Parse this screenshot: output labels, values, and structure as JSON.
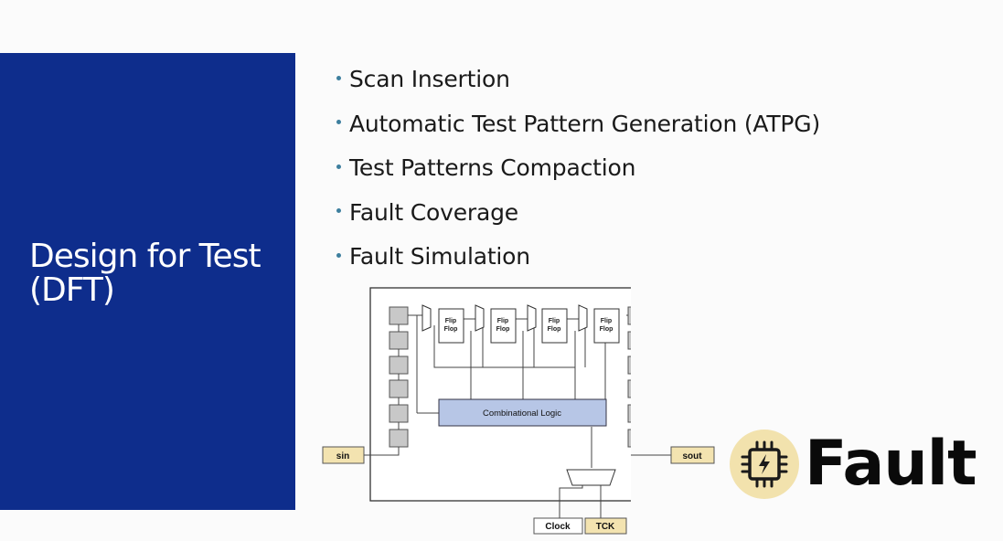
{
  "slide": {
    "title_line1": "Design for Test",
    "title_line2": "(DFT)",
    "panel_color": "#0e2d8c"
  },
  "bullets": [
    "Scan Insertion",
    "Automatic Test Pattern Generation (ATPG)",
    "Test Patterns Compaction",
    "Fault Coverage",
    "Fault Simulation"
  ],
  "diagram": {
    "flip_flop_label_line1": "Flip",
    "flip_flop_label_line2": "Flop",
    "combinational_logic": "Combinational Logic",
    "sin": "sin",
    "sout": "sout",
    "clock": "Clock",
    "tck": "TCK"
  },
  "logo": {
    "name": "Fault",
    "icon": "chip-lightning-icon"
  }
}
